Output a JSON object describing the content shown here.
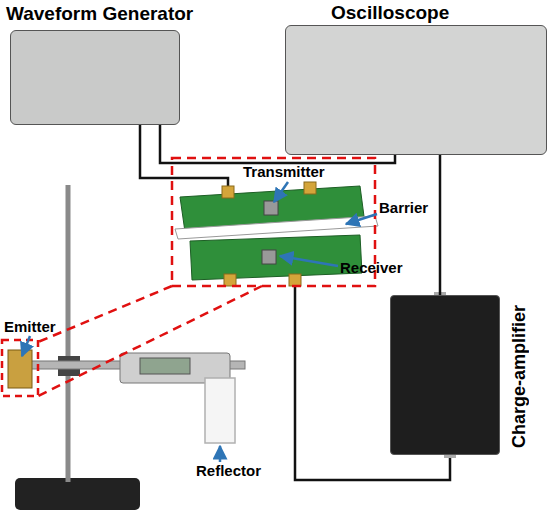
{
  "diagram": {
    "nodes": [
      {
        "text": [
          "Waveform Generator"
        ]
      },
      {
        "text": [
          "Oscilloscope"
        ]
      },
      {
        "text": [
          "Charge-amplifier"
        ]
      }
    ],
    "edges": [
      {
        "from": 0,
        "to": 1,
        "arrow": "none"
      },
      {
        "from": 1,
        "to": 2,
        "arrow": "none"
      }
    ],
    "labels": [
      "Transmitter",
      "Barrier",
      "Receiver",
      "Emitter",
      "Reflector"
    ]
  }
}
